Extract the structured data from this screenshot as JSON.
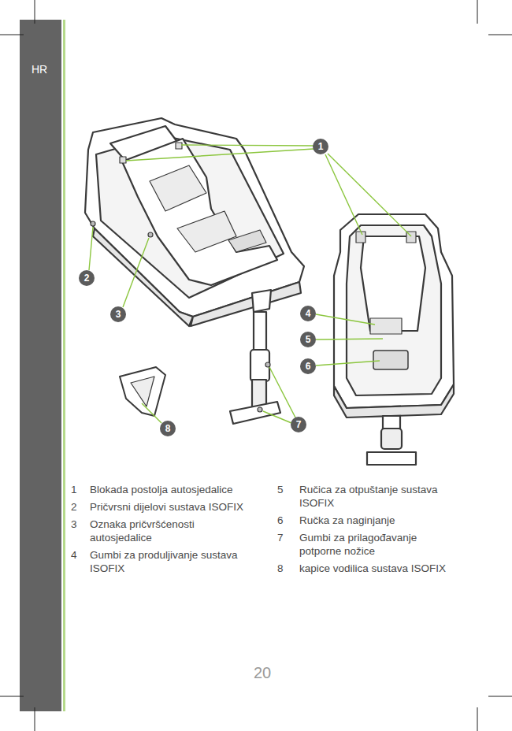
{
  "diagram": {
    "nodes": [
      {
        "text": [
          "1"
        ]
      },
      {
        "text": [
          "2"
        ]
      },
      {
        "text": [
          "3"
        ]
      },
      {
        "text": [
          "4"
        ]
      },
      {
        "text": [
          "5"
        ]
      },
      {
        "text": [
          "6"
        ]
      },
      {
        "text": [
          "7"
        ]
      },
      {
        "text": [
          "8"
        ]
      }
    ],
    "labels": [
      "HR",
      "1",
      "Blokada postolja autosjedalice",
      "2",
      "Pričvrsni dijelovi sustava ISOFIX",
      "3",
      "Oznaka pričvršćenosti autosjedalice",
      "4",
      "Gumbi za produljivanje sustava ISOFIX",
      "5",
      "Ručica za otpuštanje sustava ISOFIX",
      "6",
      "Ručka za naginjanje",
      "7",
      "Gumbi za prilagođavanje potporne nožice",
      "8",
      "kapice vodilica sustava ISOFIX",
      "20"
    ]
  }
}
